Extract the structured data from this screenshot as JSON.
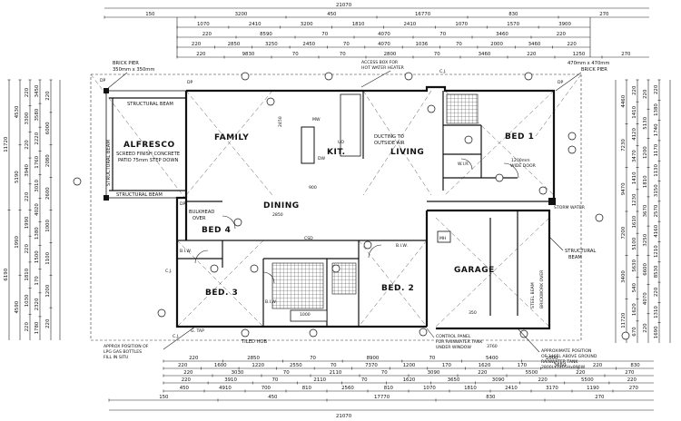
{
  "rooms": {
    "alfresco": "ALFRESCO",
    "alfresco_note_1": "SCREED FINISH CONCRETE",
    "alfresco_note_2": "PATIO 75mm STEP DOWN",
    "family": "FAMILY",
    "kit": "KIT.",
    "living": "LIVING",
    "living_note_1": "DUCTING TO",
    "living_note_2": "OUTSIDE AIR",
    "bed1": "BED 1",
    "dining": "DINING",
    "bed4": "BED 4",
    "bed3": "BED. 3",
    "bed2": "BED. 2",
    "garage": "GARAGE"
  },
  "annotations": {
    "brick_pier_left": "BRICK PIER",
    "brick_pier_left_size": "350mm x 350mm",
    "brick_pier_right_size": "470mm x 470mm",
    "brick_pier_right": "BRICK PIER",
    "structural_beam_top": "STRUCTURAL BEAM",
    "structural_beam_bottom": "STRUCTURAL BEAM",
    "structural_beam_side": "STRUCTURAL BEAM",
    "structural_beam_right_1": "STRUCTURAL",
    "structural_beam_right_2": "BEAM",
    "access_box_1": "ACCESS BOX FOR",
    "access_box_2": "HOT WATER HEATER",
    "bulkhead_1": "BULKHEAD",
    "bulkhead_2": "OVER",
    "wide_door_1": "1200mm",
    "wide_door_2": "WIDE DOOR",
    "wir": "W.I.R.",
    "biw_bed4": "B.I.W.",
    "biw_bed3": "B.I.W.",
    "biw_bed2": "B.I.W.",
    "mh": "MH",
    "steel_beam": "STEEL BEAM",
    "brickwork_over": "BRICKWORK OVER",
    "storm_water": "STORM WATER",
    "gas_tap": "G. TAP",
    "cj": "C.J.",
    "tiled_hob": "TILED HOB",
    "lpg_1": "APPROX POSITION OF",
    "lpg_2": "LPG GAS BOTTLES",
    "lpg_3": "FILL IN SITU",
    "control_1": "CONTROL PANEL",
    "control_2": "FOR RAINWATER TANK",
    "control_3": "UNDER WINDOW",
    "tank_1": "APPROXIMATE POSITION",
    "tank_2": "OF 3465L ABOVE GROUND",
    "tank_3": "RAINWATER TANK",
    "tank_4": "2800Lx1405Hx890W",
    "mw": "MW",
    "dw": "DW",
    "uo": "UO",
    "csd": "CSD",
    "bench_900": "900",
    "kit_dim_2450": "2450",
    "dining_2850": "2850",
    "garage_350": "350",
    "garage_3760": "3760",
    "bed2_1000": "1000",
    "dp": "DP"
  },
  "top_dims": {
    "overall": "21070",
    "row1": [
      "150",
      "3200",
      "450",
      "16770",
      "830",
      "270"
    ],
    "row2": [
      "1070",
      "2410",
      "3200",
      "1810",
      "2410",
      "1070",
      "1570",
      "3900"
    ],
    "row3": [
      "220",
      "8590",
      "70",
      "4070",
      "70",
      "3460",
      "220"
    ],
    "row4": [
      "220",
      "2850",
      "3250",
      "2450",
      "70",
      "4070",
      "1036",
      "70",
      "2000",
      "3460",
      "220"
    ],
    "row5": [
      "220",
      "9830",
      "70",
      "70",
      "2800",
      "70",
      "3460",
      "220",
      "1250",
      "270"
    ]
  },
  "bottom_dims": {
    "overall": "21070",
    "row1": [
      "220",
      "2850",
      "70",
      "8900",
      "70",
      "5400",
      "1000"
    ],
    "row2": [
      "220",
      "1600",
      "1220",
      "2550",
      "70",
      "7370",
      "1200",
      "170",
      "1620",
      "170",
      "3650",
      "220",
      "830"
    ],
    "row3": [
      "220",
      "3030",
      "70",
      "2110",
      "70",
      "3090",
      "220",
      "5500",
      "220",
      "270"
    ],
    "row4": [
      "220",
      "3910",
      "70",
      "2110",
      "70",
      "1620",
      "3650",
      "3090",
      "220",
      "5500",
      "220"
    ],
    "row5": [
      "450",
      "4910",
      "700",
      "810",
      "2560",
      "810",
      "1070",
      "1810",
      "2410",
      "3170",
      "1190",
      "270"
    ],
    "row6": [
      "150",
      "450",
      "17770",
      "830",
      "270"
    ]
  },
  "left_dims": {
    "col1": [
      "11720",
      "6190"
    ],
    "col2": [
      "4530",
      "5190",
      "1990",
      "4590"
    ],
    "col3": [
      "220",
      "3300",
      "220",
      "3940",
      "220",
      "1990",
      "220",
      "1810",
      "1030",
      "220"
    ],
    "col4": [
      "3450",
      "3580",
      "2220",
      "1760",
      "3010",
      "4020",
      "1380",
      "1500",
      "170",
      "2320",
      "1780"
    ],
    "col5": [
      "220",
      "6000",
      "2080",
      "2600",
      "1000",
      "1100",
      "1200",
      "220"
    ]
  },
  "right_dims": {
    "col1": [
      "4460",
      "7230",
      "9470",
      "7200",
      "3400",
      "11720"
    ],
    "col2": [
      "220",
      "1410",
      "4120",
      "3470",
      "1410",
      "1230",
      "1610",
      "5100",
      "5630",
      "540",
      "1620",
      "670"
    ],
    "col3": [
      "220",
      "5130",
      "1200",
      "1810",
      "3670",
      "3250",
      "6600",
      "4070",
      "220"
    ],
    "col4": [
      "220",
      "1380",
      "1740",
      "1170",
      "1130",
      "3150",
      "2570",
      "4160",
      "1210",
      "8530",
      "220",
      "1310",
      "1690"
    ]
  }
}
